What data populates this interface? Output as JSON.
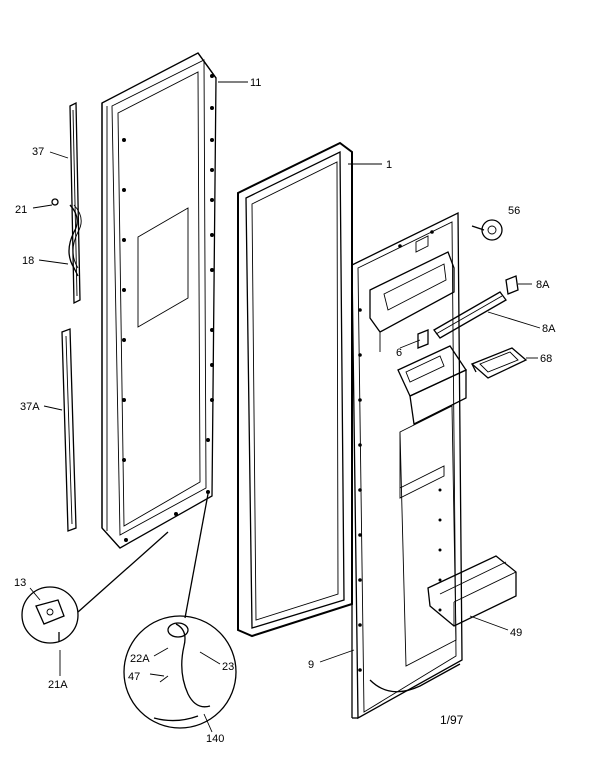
{
  "diagram": {
    "parts": [
      {
        "id": "p11",
        "label": "11"
      },
      {
        "id": "p1",
        "label": "1"
      },
      {
        "id": "p37",
        "label": "37"
      },
      {
        "id": "p21",
        "label": "21"
      },
      {
        "id": "p18",
        "label": "18"
      },
      {
        "id": "p37A",
        "label": "37A"
      },
      {
        "id": "p56",
        "label": "56"
      },
      {
        "id": "p8A_top",
        "label": "8A"
      },
      {
        "id": "p8A",
        "label": "8A"
      },
      {
        "id": "p6",
        "label": "6"
      },
      {
        "id": "p68",
        "label": "68"
      },
      {
        "id": "p49",
        "label": "49"
      },
      {
        "id": "p9",
        "label": "9"
      },
      {
        "id": "p13",
        "label": "13"
      },
      {
        "id": "p21A",
        "label": "21A"
      },
      {
        "id": "p22A",
        "label": "22A"
      },
      {
        "id": "p47",
        "label": "47"
      },
      {
        "id": "p23",
        "label": "23"
      },
      {
        "id": "p140",
        "label": "140"
      }
    ],
    "date_code": "1/97"
  }
}
